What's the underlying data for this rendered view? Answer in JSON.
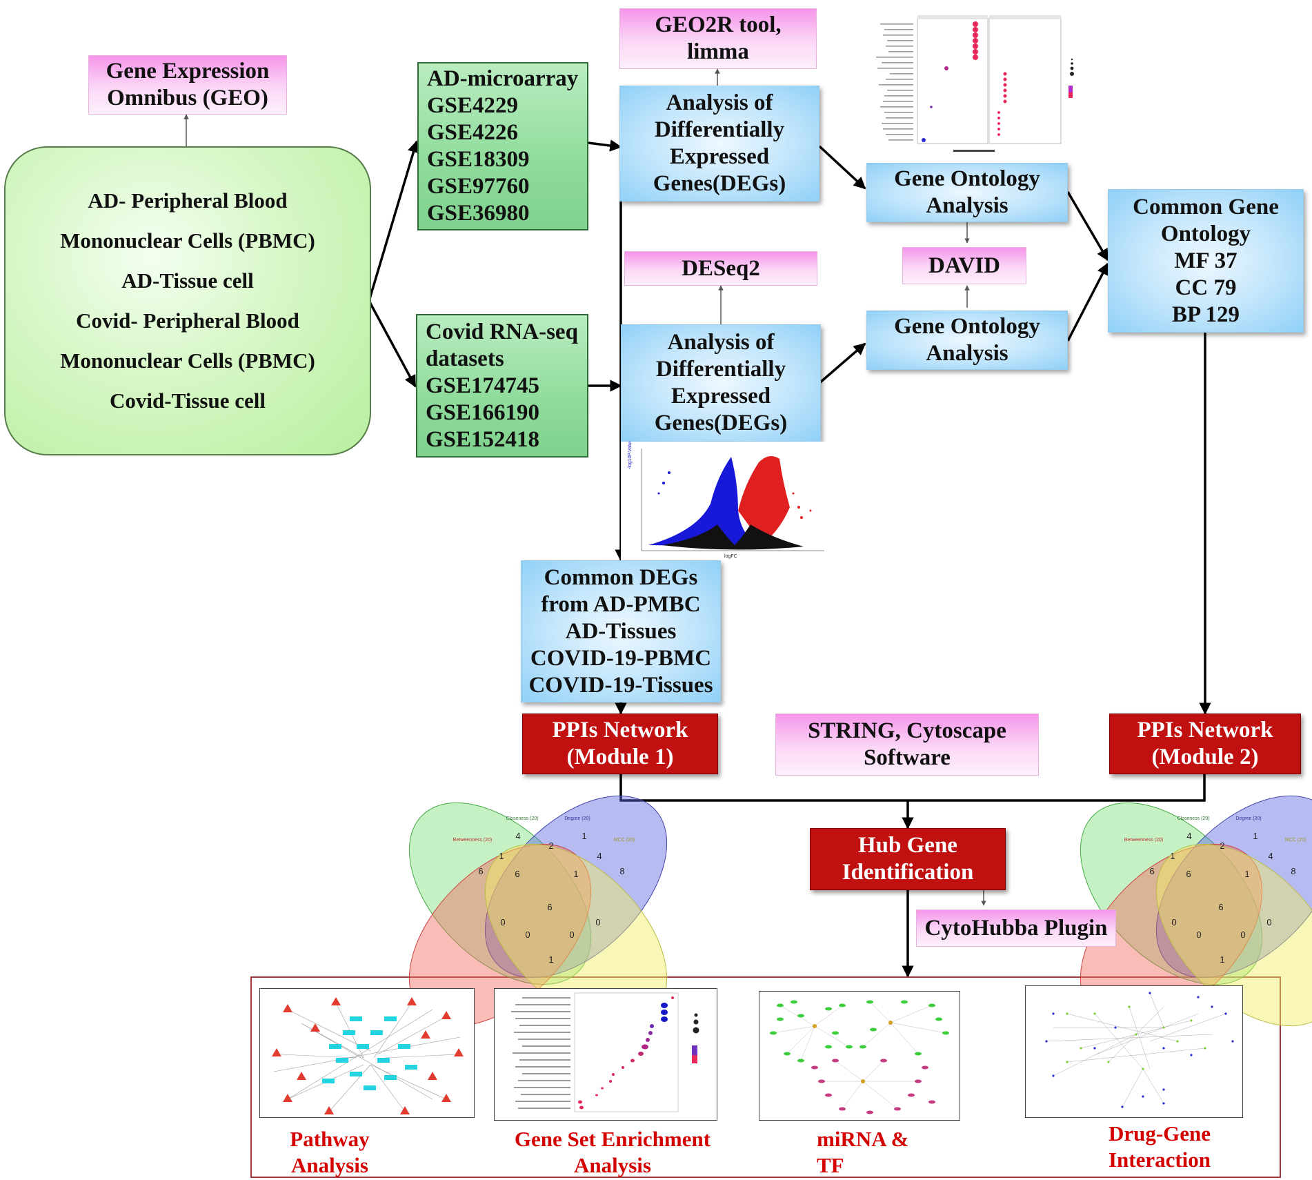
{
  "geo": {
    "line1": "Gene Expression",
    "line2": "Omnibus (GEO)"
  },
  "source": {
    "lines": [
      "AD- Peripheral Blood",
      "Mononuclear Cells (PBMC)",
      "AD-Tissue cell",
      "Covid- Peripheral Blood",
      "Mononuclear Cells (PBMC)",
      "Covid-Tissue cell"
    ]
  },
  "ad_datasets": {
    "lines": [
      "AD-microarray",
      "GSE4229",
      "GSE4226",
      "GSE18309",
      "GSE97760",
      "GSE36980"
    ]
  },
  "covid_datasets": {
    "lines": [
      "Covid RNA-seq",
      "datasets",
      "GSE174745",
      "GSE166190",
      "GSE152418"
    ]
  },
  "geo2r": {
    "line1": "GEO2R tool,",
    "line2": "limma"
  },
  "deseq2": {
    "label": "DESeq2"
  },
  "deg_ad": {
    "lines": [
      "Analysis of",
      "Differentially",
      "Expressed",
      "Genes(DEGs)"
    ]
  },
  "deg_covid": {
    "lines": [
      "Analysis of",
      "Differentially",
      "Expressed",
      "Genes(DEGs)"
    ]
  },
  "go_top": {
    "line1": "Gene Ontology",
    "line2": "Analysis"
  },
  "go_bottom": {
    "line1": "Gene Ontology",
    "line2": "Analysis"
  },
  "david": {
    "label": "DAVID"
  },
  "common_go": {
    "lines": [
      "Common Gene",
      "Ontology",
      "MF 37",
      "CC 79",
      "BP 129"
    ]
  },
  "common_degs": {
    "lines": [
      "Common DEGs",
      "from AD-PMBC",
      "AD-Tissues",
      "COVID-19-PBMC",
      "COVID-19-Tissues"
    ]
  },
  "ppi1": {
    "line1": "PPIs Network",
    "line2": "(Module 1)"
  },
  "ppi2": {
    "line1": "PPIs Network",
    "line2": "(Module 2)"
  },
  "string": {
    "line1": "STRING, Cytoscape",
    "line2": "Software"
  },
  "hub": {
    "line1": "Hub Gene",
    "line2": "Identification"
  },
  "cytohubba": {
    "label": "CytoHubba Plugin"
  },
  "venn": {
    "numbers": [
      "4",
      "2",
      "1",
      "6",
      "1",
      "4",
      "8",
      "6",
      "1",
      "6",
      "0",
      "0",
      "0",
      "0",
      "1"
    ]
  },
  "venn_sets": {
    "labels": [
      "Closeness (20)",
      "Degree (20)",
      "Betweenness (20)",
      "MCC (20)"
    ]
  },
  "bottom": {
    "pathway": {
      "line1": "Pathway",
      "line2": "Analysis"
    },
    "gsea": {
      "line1": "Gene Set Enrichment",
      "line2": "Analysis"
    },
    "mirna": {
      "line1": "miRNA &",
      "line2": "TF"
    },
    "drug": {
      "line1": "Drug-Gene",
      "line2": "Interaction"
    }
  },
  "colors": {
    "arrow": "#000000",
    "connector": "#555555",
    "accent_red": "#c01010",
    "frame": "#a33a3a"
  }
}
